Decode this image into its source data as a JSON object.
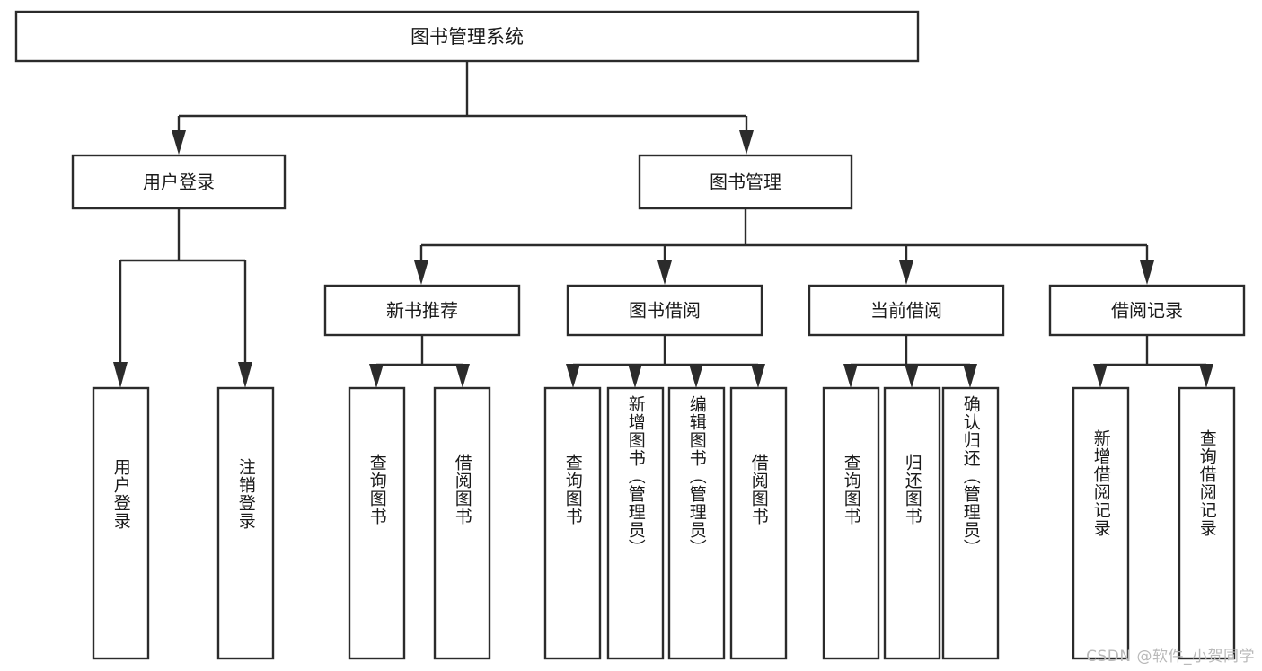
{
  "diagram": {
    "type": "tree",
    "title": "图书管理系统",
    "watermark": "CSDN @软件_小贺同学",
    "colors": {
      "box_stroke": "#2b2b2b",
      "box_fill": "#ffffff",
      "text": "#1a1a1a",
      "background": "#ffffff",
      "watermark": "#b9b9b9"
    },
    "root": {
      "label": "图书管理系统"
    },
    "level2": [
      {
        "label": "用户登录"
      },
      {
        "label": "图书管理"
      }
    ],
    "level3": [
      {
        "label": "新书推荐"
      },
      {
        "label": "图书借阅"
      },
      {
        "label": "当前借阅"
      },
      {
        "label": "借阅记录"
      }
    ],
    "leaves": {
      "user_login": [
        {
          "label": "用户登录"
        },
        {
          "label": "注销登录"
        }
      ],
      "new_book_recommend": [
        {
          "label": "查询图书"
        },
        {
          "label": "借阅图书"
        }
      ],
      "book_borrow": [
        {
          "label": "查询图书"
        },
        {
          "label": "新增图书（管理员）"
        },
        {
          "label": "编辑图书（管理员）"
        },
        {
          "label": "借阅图书"
        }
      ],
      "current_borrow": [
        {
          "label": "查询图书"
        },
        {
          "label": "归还图书"
        },
        {
          "label": "确认归还（管理员）"
        }
      ],
      "borrow_record": [
        {
          "label": "新增借阅记录"
        },
        {
          "label": "查询借阅记录"
        }
      ]
    }
  }
}
